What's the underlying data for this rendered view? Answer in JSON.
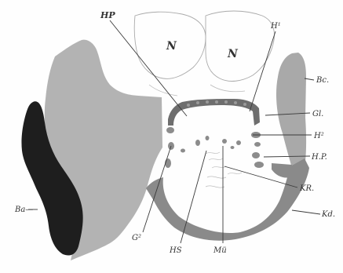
{
  "figure": {
    "labels": {
      "HP_top": "HP",
      "H1": "H¹",
      "N_left": "N",
      "N_right": "N",
      "Bc": "Bc.",
      "Gl": "Gl.",
      "H2": "H²",
      "HP_right": "H.P.",
      "KR": "KR.",
      "Kd": "Kd.",
      "Ba": "Ba—",
      "G2": "G²",
      "HS": "HS",
      "Mu": "Mü"
    },
    "colors": {
      "dark_bone": "#1e1e1e",
      "gray_mass": "#b3b3b3",
      "band": "#8a8a8a",
      "right_column": "#a9a9a9",
      "cell_row": "#6e6e6e",
      "outline": "#aaaaaa"
    }
  }
}
